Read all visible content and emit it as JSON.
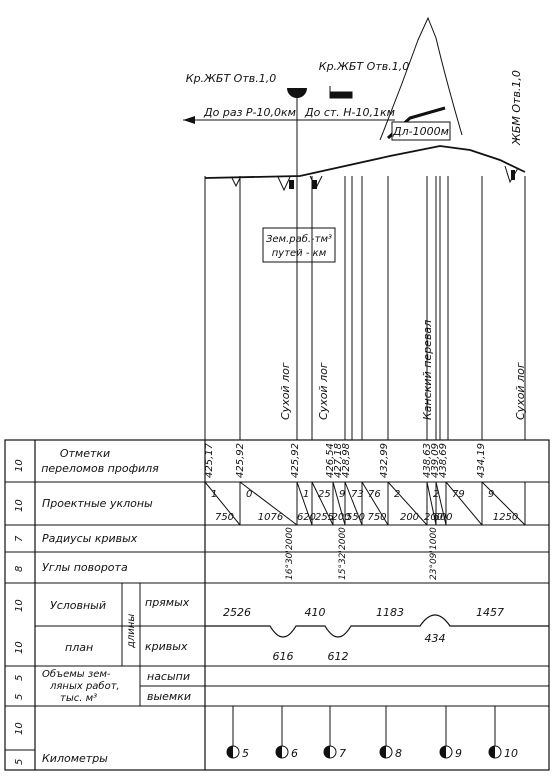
{
  "top_labels": {
    "bridge_left": "Кр.ЖБТ Отв.1,0",
    "bridge_mid": "Кр.ЖБТ Отв.1,0",
    "bridge_right": "ЖБМ Отв.1,0",
    "dir_left": "До раз Р-10,0км",
    "dir_right": "До ст. Н-10,1км",
    "tunnel": "Дл-1000м",
    "earthwork_line1": "Зем.раб.-тм³",
    "earthwork_line2": "путей - км"
  },
  "valleys": [
    "Сухой лог",
    "Сухой лог",
    "Канский перевал",
    "Сухой лог"
  ],
  "rows": {
    "elev_line1": "Отметки",
    "elev_line2": "переломов профиля",
    "grades": "Проектные уклоны",
    "radii": "Радиусы кривых",
    "angles": "Углы поворота",
    "plan_line1": "Условный",
    "plan_line2": "план",
    "lengths": "длины",
    "straight": "прямых",
    "curved": "кривых",
    "vol_line1": "Объемы зем-",
    "vol_line2": "ляных работ,",
    "vol_line3": "тыс. м³",
    "fill": "насыпи",
    "cut": "выемки",
    "km": "Километры"
  },
  "scale_numbers": [
    "10",
    "10",
    "7",
    "8",
    "10",
    "10",
    "5",
    "5",
    "10",
    "5"
  ],
  "elevations": [
    "425,17",
    "425,92",
    "425,92",
    "426,54",
    "427,18",
    "428,98",
    "432,99",
    "438,63",
    "439,09",
    "438,69",
    "434,19"
  ],
  "grades": [
    {
      "top": "1",
      "bottom": "750"
    },
    {
      "top": "0",
      "bottom": "1076"
    },
    {
      "top": "1",
      "bottom": "620"
    },
    {
      "top": "25",
      "bottom": "255"
    },
    {
      "top": "9",
      "bottom": "200"
    },
    {
      "top": "73",
      "bottom": "550"
    },
    {
      "top": "76",
      "bottom": "750"
    },
    {
      "top": "2",
      "bottom": "200"
    },
    {
      "top": "2",
      "bottom": "200"
    },
    {
      "top": "",
      "bottom": "600"
    },
    {
      "top": "79",
      "bottom": ""
    },
    {
      "top": "9",
      "bottom": "1250"
    }
  ],
  "curves": [
    "16°30'",
    "2000",
    "15°32'",
    "2000",
    "23°09'",
    "1000"
  ],
  "straight_lengths": [
    "2526",
    "410",
    "1183",
    "1457"
  ],
  "curve_lengths": [
    "616",
    "612",
    "434"
  ],
  "km_marks": [
    "5",
    "6",
    "7",
    "8",
    "9",
    "10"
  ]
}
